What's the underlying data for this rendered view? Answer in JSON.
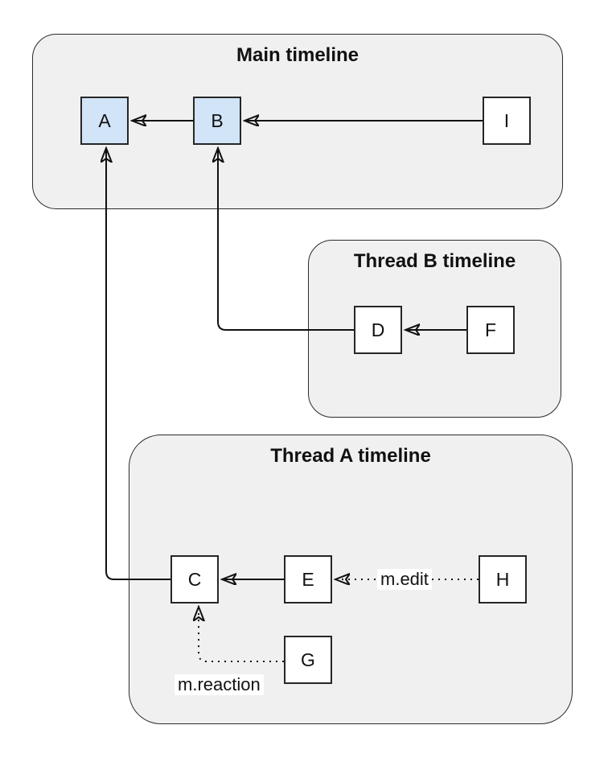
{
  "diagram_type": "event-graph",
  "containers": {
    "main": {
      "title": "Main timeline"
    },
    "thread_b": {
      "title": "Thread B timeline"
    },
    "thread_a": {
      "title": "Thread A timeline"
    }
  },
  "nodes": {
    "a": {
      "label": "A",
      "container": "main",
      "highlighted": true
    },
    "b": {
      "label": "B",
      "container": "main",
      "highlighted": true
    },
    "i": {
      "label": "I",
      "container": "main",
      "highlighted": false
    },
    "d": {
      "label": "D",
      "container": "thread_b",
      "highlighted": false
    },
    "f": {
      "label": "F",
      "container": "thread_b",
      "highlighted": false
    },
    "c": {
      "label": "C",
      "container": "thread_a",
      "highlighted": false
    },
    "e": {
      "label": "E",
      "container": "thread_a",
      "highlighted": false
    },
    "h": {
      "label": "H",
      "container": "thread_a",
      "highlighted": false
    },
    "g": {
      "label": "G",
      "container": "thread_a",
      "highlighted": false
    }
  },
  "edges": [
    {
      "from": "B",
      "to": "A",
      "style": "solid",
      "label": ""
    },
    {
      "from": "I",
      "to": "B",
      "style": "solid",
      "label": ""
    },
    {
      "from": "D",
      "to": "B",
      "style": "solid",
      "label": ""
    },
    {
      "from": "F",
      "to": "D",
      "style": "solid",
      "label": ""
    },
    {
      "from": "C",
      "to": "A",
      "style": "solid",
      "label": ""
    },
    {
      "from": "E",
      "to": "C",
      "style": "solid",
      "label": ""
    },
    {
      "from": "H",
      "to": "E",
      "style": "dotted",
      "label": "m.edit"
    },
    {
      "from": "G",
      "to": "C",
      "style": "dotted",
      "label": "m.reaction"
    }
  ],
  "edge_labels": {
    "edit": "m.edit",
    "reaction": "m.reaction"
  },
  "colors": {
    "page_bg": "#ffffff",
    "container_fill": "#f0f0f0",
    "container_stroke": "#2b2b2b",
    "node_fill": "#ffffff",
    "node_blue_fill": "#d2e4f8",
    "node_stroke": "#262626",
    "line": "#111111",
    "text": "#111111"
  }
}
